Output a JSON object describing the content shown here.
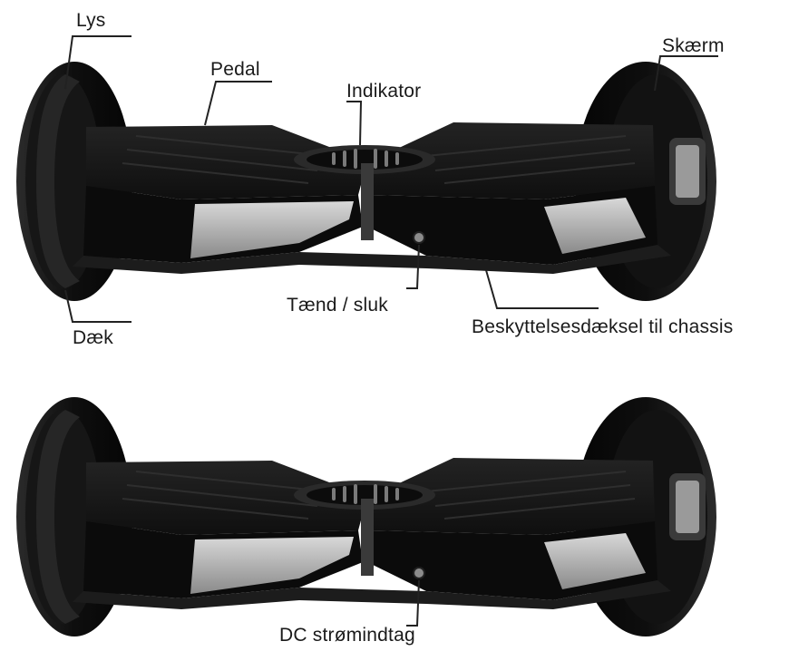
{
  "labels": {
    "light": "Lys",
    "pedal": "Pedal",
    "indicator": "Indikator",
    "fender": "Skærm",
    "power_switch": "Tænd / sluk",
    "tire": "Dæk",
    "chassis_cover": "Beskyttelsesdæksel til chassis",
    "dc_port": "DC strømindtag"
  },
  "colors": {
    "body": "#141414",
    "wheel": "#0d0d0d",
    "highlight": "#b9b9b9",
    "line": "#2a2a2a"
  }
}
